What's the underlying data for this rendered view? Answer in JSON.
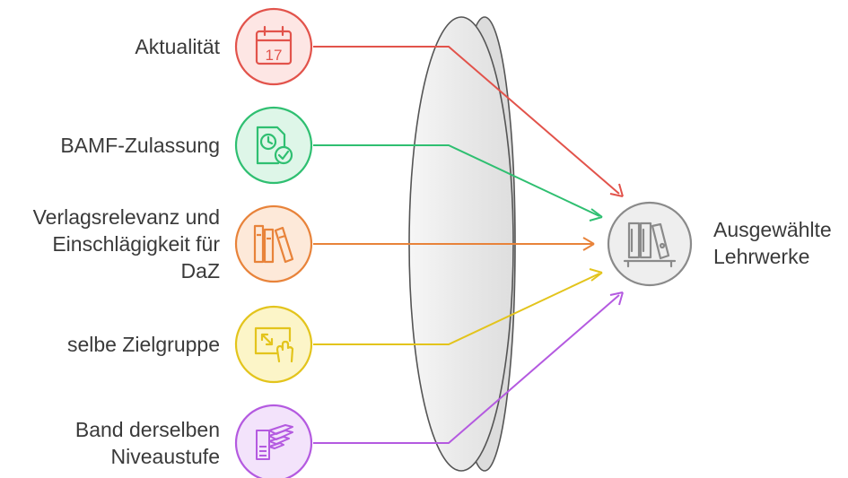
{
  "inputs": [
    {
      "label_lines": [
        "Aktualität"
      ],
      "calendar_text": "17",
      "color": "#e2534b",
      "fill": "#fde6e4",
      "icon": "calendar-icon"
    },
    {
      "label_lines": [
        "BAMF-Zulassung"
      ],
      "color": "#2fbf71",
      "fill": "#def6e8",
      "icon": "document-clock-check-icon"
    },
    {
      "label_lines": [
        "Verlagsrelevanz und",
        "Einschlägigkeit für",
        "DaZ"
      ],
      "color": "#e8833a",
      "fill": "#fde9d9",
      "icon": "books-icon"
    },
    {
      "label_lines": [
        "selbe Zielgruppe"
      ],
      "color": "#e3c41c",
      "fill": "#fcf5c8",
      "icon": "touch-resize-icon"
    },
    {
      "label_lines": [
        "Band derselben",
        "Niveaustufe"
      ],
      "color": "#b45ae0",
      "fill": "#f3e3fb",
      "icon": "stacked-pages-icon"
    }
  ],
  "output": {
    "label_lines": [
      "Ausgewählte",
      "Lehrwerke"
    ],
    "color": "#8a8a8a",
    "fill": "#eeeeee",
    "icon": "bookshelf-icon"
  },
  "lens_color": "#ebebeb"
}
